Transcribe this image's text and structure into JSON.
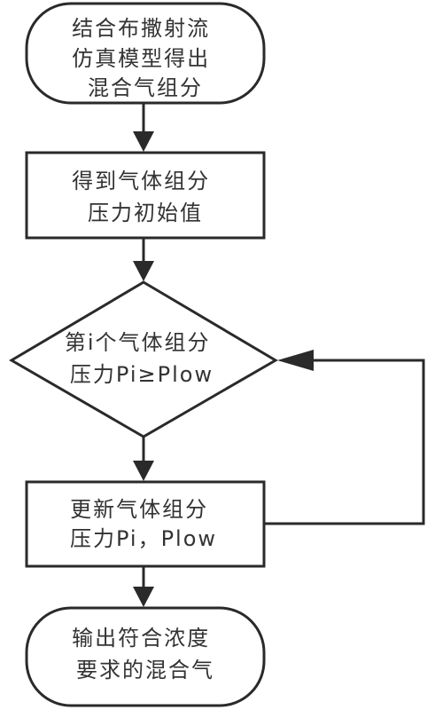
{
  "flowchart": {
    "nodes": [
      {
        "id": "start",
        "shape": "terminator",
        "lines": [
          "结合布撒射流",
          "仿真模型得出",
          "混合气组分"
        ]
      },
      {
        "id": "init-pressure",
        "shape": "process",
        "lines": [
          "得到气体组分",
          "压力初始值"
        ]
      },
      {
        "id": "check-pressure",
        "shape": "decision",
        "lines": [
          "第i个气体组分",
          "压力Pi≥Plow"
        ]
      },
      {
        "id": "update-pressure",
        "shape": "process",
        "lines": [
          "更新气体组分",
          "压力Pi，Plow"
        ]
      },
      {
        "id": "end",
        "shape": "terminator",
        "lines": [
          "输出符合浓度",
          "要求的混合气"
        ]
      }
    ],
    "edges": [
      {
        "from": "start",
        "to": "init-pressure"
      },
      {
        "from": "init-pressure",
        "to": "check-pressure"
      },
      {
        "from": "check-pressure",
        "to": "update-pressure"
      },
      {
        "from": "update-pressure",
        "to": "end"
      },
      {
        "from": "update-pressure",
        "to": "check-pressure",
        "type": "loop-back"
      }
    ]
  }
}
